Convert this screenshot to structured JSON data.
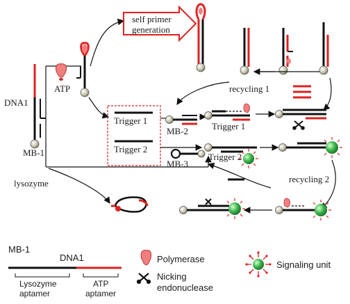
{
  "labels": {
    "self_primer": [
      "self primer",
      "generation"
    ],
    "dna1": "DNA1",
    "atp": "ATP",
    "mb1": "MB-1",
    "trigger1": "Trigger 1",
    "trigger2": "Trigger 2",
    "mb2": "MB-2",
    "mb3": "MB-3",
    "trigger1_product": "Trigger 1",
    "trigger2_product": "Trigger 2",
    "recycling1": "recycling 1",
    "recycling2": "recycling 2",
    "lysozyme": "lysozyme"
  },
  "legend": {
    "mb1": "MB-1",
    "dna1": "DNA1",
    "lysozyme_aptamer": [
      "Lysozyme",
      "aptamer"
    ],
    "atp_aptamer": [
      "ATP",
      "aptamer"
    ],
    "polymerase": "Polymerase",
    "nicking": [
      "Nicking",
      "endonuclease"
    ],
    "signaling": "Signaling unit"
  },
  "colors": {
    "strand_black": "#111111",
    "strand_red": "#e02020",
    "bead": "#c8c8b0",
    "bead_green": "#3ab54a",
    "polymerase": "#f08080"
  }
}
